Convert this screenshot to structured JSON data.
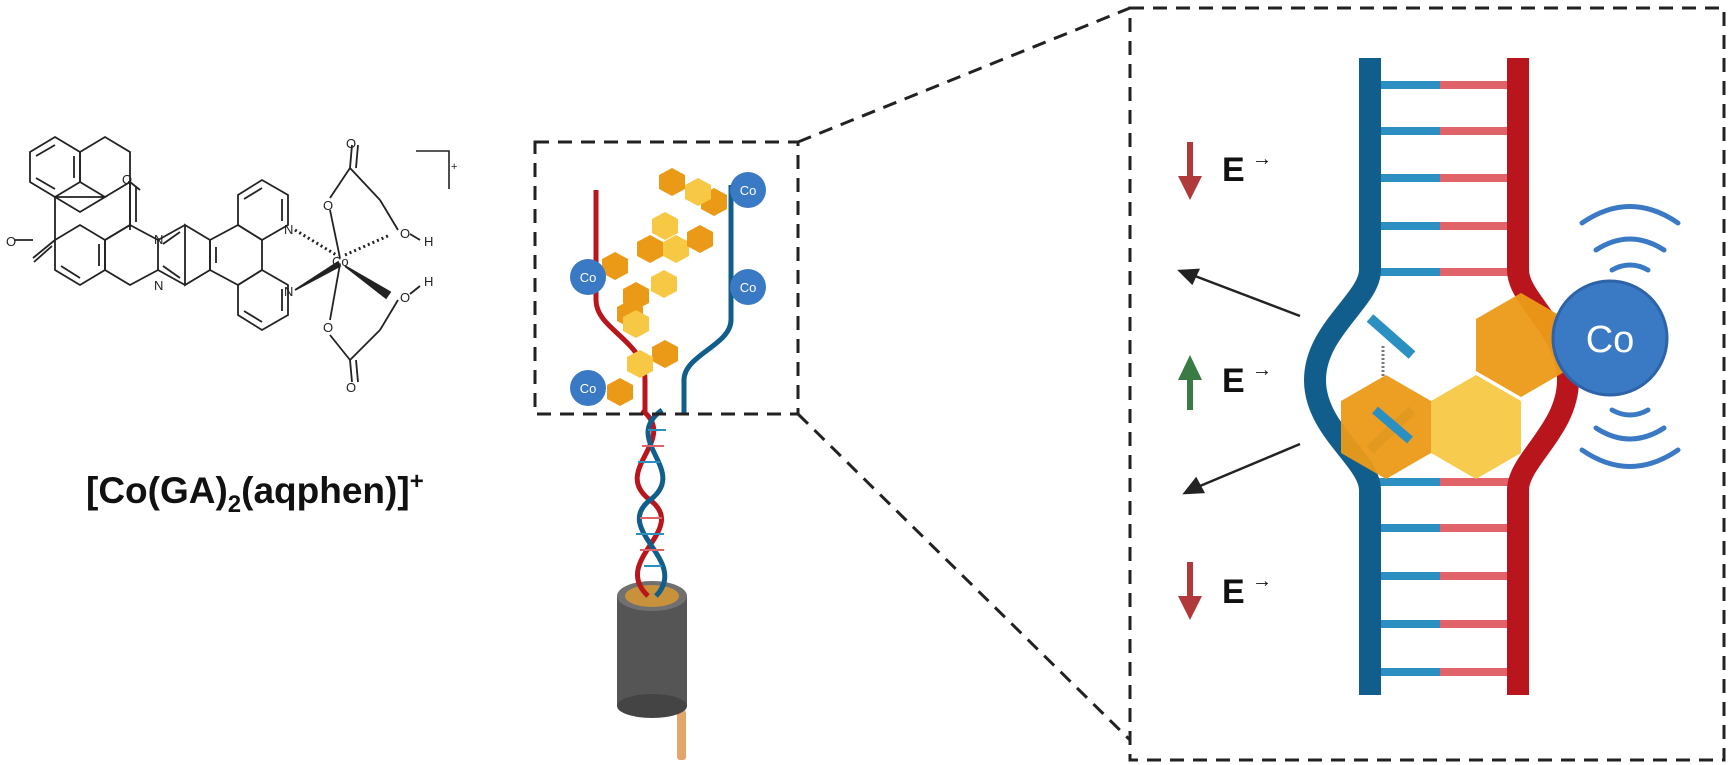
{
  "complex": {
    "label_prefix": "[Co(GA)",
    "label_sub": "2",
    "label_mid": "(aqphen)]",
    "label_sup": "+",
    "charge": "+"
  },
  "atoms": {
    "oxygen": "O",
    "nitrogen": "N",
    "cobalt": "Co",
    "hydrogen": "H"
  },
  "metal_label": "Co",
  "energy_label": "E",
  "energy_arrows": [
    {
      "direction": "down",
      "color": "#b0393c"
    },
    {
      "direction": "up",
      "color": "#3a7a45"
    },
    {
      "direction": "down",
      "color": "#b0393c"
    }
  ],
  "colors": {
    "strand_blue": "#115e8c",
    "strand_red": "#b8161c",
    "rung_blue": "#2b8fc2",
    "rung_red": "#e06369",
    "ring_orange": "#eb9a17",
    "ring_yellow": "#f7c843",
    "cobalt": "#3a79c4",
    "electrode": "#555555"
  }
}
